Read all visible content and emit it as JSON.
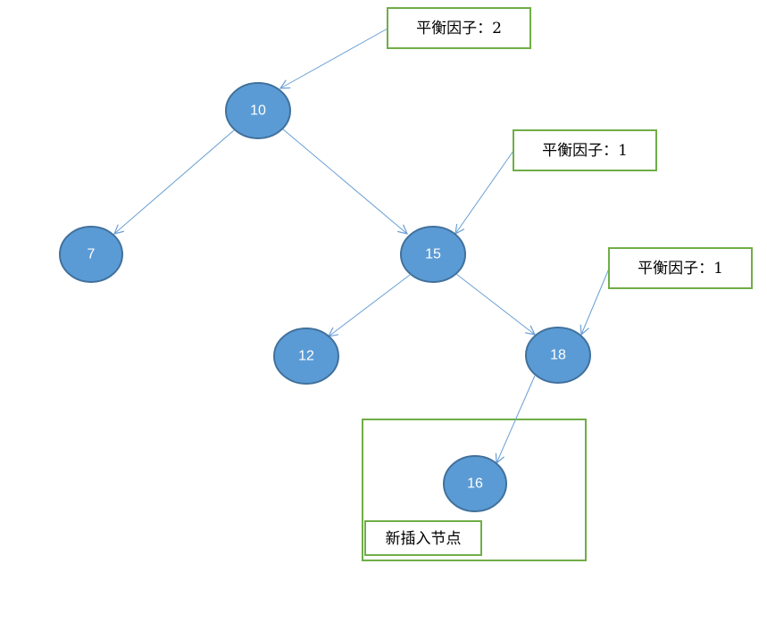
{
  "nodes": [
    {
      "id": "n10",
      "label": "10"
    },
    {
      "id": "n7",
      "label": "7"
    },
    {
      "id": "n15",
      "label": "15"
    },
    {
      "id": "n12",
      "label": "12"
    },
    {
      "id": "n18",
      "label": "18"
    },
    {
      "id": "n16",
      "label": "16"
    }
  ],
  "edges": [
    {
      "from": "n10",
      "to": "n7"
    },
    {
      "from": "n10",
      "to": "n15"
    },
    {
      "from": "n15",
      "to": "n12"
    },
    {
      "from": "n15",
      "to": "n18"
    },
    {
      "from": "n18",
      "to": "n16"
    }
  ],
  "callouts": [
    {
      "id": "bf-10",
      "text": "平衡因子：2",
      "target": "n10"
    },
    {
      "id": "bf-15",
      "text": "平衡因子：1",
      "target": "n15"
    },
    {
      "id": "bf-18",
      "text": "平衡因子：1",
      "target": "n18"
    }
  ],
  "highlight": {
    "label": "新插入节点",
    "target": "n16"
  },
  "colors": {
    "node_fill": "#5b9bd5",
    "node_stroke": "#41719c",
    "edge": "#6a9fd4",
    "callout_border": "#70ad47"
  }
}
